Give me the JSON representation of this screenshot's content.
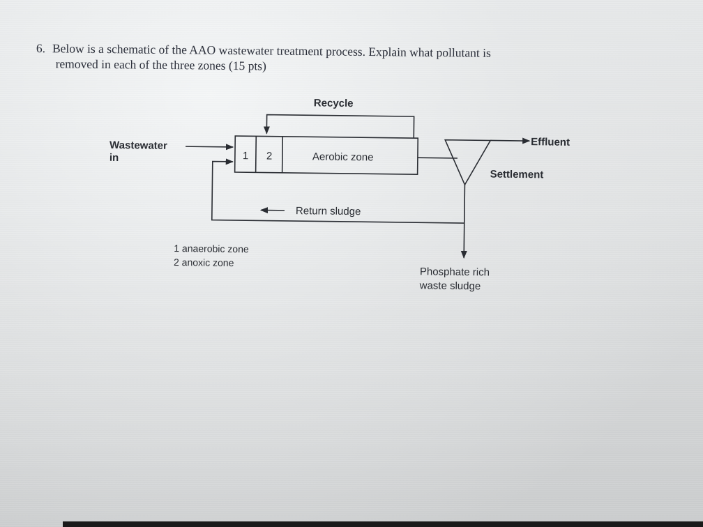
{
  "question": {
    "number": "6.",
    "line1": "Below is a schematic of the AAO wastewater treatment process.  Explain what pollutant is",
    "line2": "removed in each of the three zones (15 pts)"
  },
  "diagram": {
    "recycle": "Recycle",
    "wastewater_line1": "Wastewater",
    "wastewater_line2": "in",
    "zone1": "1",
    "zone2": "2",
    "aerobic": "Aerobic zone",
    "effluent": "Effluent",
    "settlement": "Settlement",
    "return_sludge": "Return sludge",
    "legend_1": "1  anaerobic zone",
    "legend_2": "2  anoxic zone",
    "phosphate_line1": "Phosphate rich",
    "phosphate_line2": "waste sludge"
  }
}
